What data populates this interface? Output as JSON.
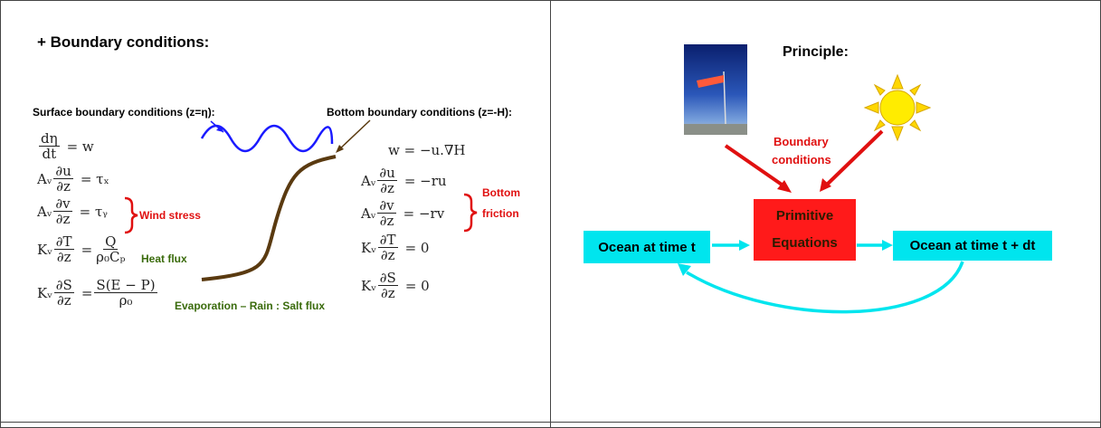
{
  "left": {
    "title": "+ Boundary conditions:",
    "surface_label": "Surface boundary conditions (z=η):",
    "bottom_label": "Bottom boundary conditions (z=-H):",
    "surface_eqs": [
      {
        "lhs_pre": "",
        "num": "dη",
        "den": "dt",
        "rhs": "= w"
      },
      {
        "lhs_pre": "Aᵥ",
        "num": "∂u",
        "den": "∂z",
        "rhs": "= τₓ"
      },
      {
        "lhs_pre": "Aᵥ",
        "num": "∂v",
        "den": "∂z",
        "rhs": "= τᵧ"
      },
      {
        "lhs_pre": "Kᵥ",
        "num": "∂T",
        "den": "∂z",
        "rhs": "="
      },
      {
        "lhs_pre": "Kᵥ",
        "num": "∂S",
        "den": "∂z",
        "rhs": "="
      }
    ],
    "heat_rhs": {
      "num": "Q",
      "den": "ρ₀Cₚ"
    },
    "salt_rhs": {
      "num": "S(E − P)",
      "den": "ρ₀"
    },
    "wind_stress": "Wind stress",
    "heat_flux": "Heat flux",
    "salt_flux": "Evaporation – Rain : Salt flux",
    "bottom_eqs": [
      {
        "lhs_pre": "",
        "num": "",
        "den": "",
        "rhs": "w = −u.∇H"
      },
      {
        "lhs_pre": "Aᵥ",
        "num": "∂u",
        "den": "∂z",
        "rhs": "= −ru"
      },
      {
        "lhs_pre": "Aᵥ",
        "num": "∂v",
        "den": "∂z",
        "rhs": "= −rv"
      },
      {
        "lhs_pre": "Kᵥ",
        "num": "∂T",
        "den": "∂z",
        "rhs": "= 0"
      },
      {
        "lhs_pre": "Kᵥ",
        "num": "∂S",
        "den": "∂z",
        "rhs": "= 0"
      }
    ],
    "bottom_friction_1": "Bottom",
    "bottom_friction_2": "friction"
  },
  "right": {
    "title": "Principle:",
    "boundary_1": "Boundary",
    "boundary_2": "conditions",
    "primitive_1": "Primitive",
    "primitive_2": "Equations",
    "ocean_t": "Ocean at time t",
    "ocean_tdt": "Ocean at time t + dt"
  },
  "colors": {
    "red": "#e01010",
    "green": "#3a6b0c",
    "cyan": "#00e5ee",
    "red_box": "#ff1a1a",
    "wave": "#1a1aff",
    "seafloor": "#5a3a10"
  }
}
